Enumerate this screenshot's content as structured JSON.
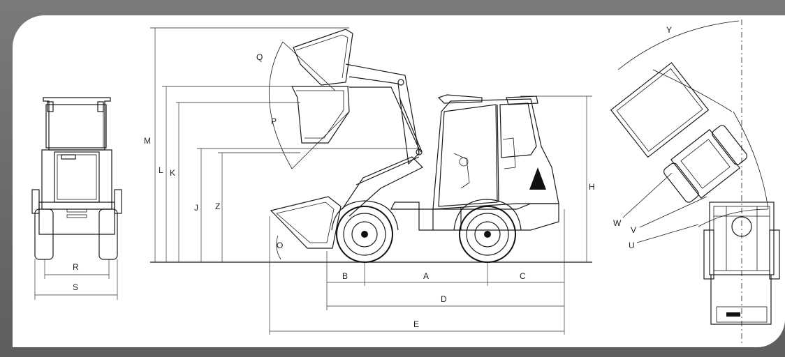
{
  "labels": {
    "A": "A",
    "B": "B",
    "C": "C",
    "D": "D",
    "E": "E",
    "H": "H",
    "J": "J",
    "K": "K",
    "L": "L",
    "M": "M",
    "O": "O",
    "P": "P",
    "Q": "Q",
    "R": "R",
    "S": "S",
    "U": "U",
    "V": "V",
    "W": "W",
    "Y": "Y",
    "Z": "Z"
  }
}
